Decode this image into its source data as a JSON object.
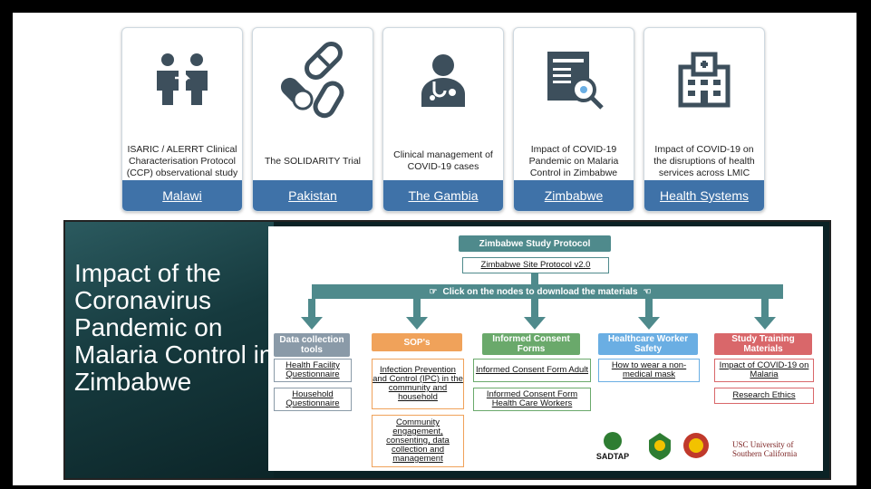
{
  "cards": [
    {
      "icon": "person-transfer-icon",
      "desc": "ISARIC / ALERRT Clinical Characterisation Protocol (CCP) observational study",
      "tab": "Malawi"
    },
    {
      "icon": "pills-icon",
      "desc": "The SOLIDARITY Trial",
      "tab": "Pakistan"
    },
    {
      "icon": "doctor-icon",
      "desc": "Clinical management of COVID-19 cases",
      "tab": "The Gambia"
    },
    {
      "icon": "document-search-icon",
      "desc": "Impact of COVID-19 Pandemic on Malaria Control in Zimbabwe",
      "tab": "Zimbabwe"
    },
    {
      "icon": "hospital-icon",
      "desc": "Impact of COVID-19 on the disruptions of health services across LMIC",
      "tab": "Health Systems"
    }
  ],
  "panel": {
    "title": "Impact of the Coronavirus Pandemic on Malaria Control in Zimbabwe"
  },
  "protocol": {
    "heading": "Zimbabwe Study Protocol",
    "site_protocol": "Zimbabwe Site Protocol v2.0",
    "instruction": "Click on the nodes to download the materials",
    "columns": [
      {
        "header": "Data collection tools",
        "color": "#8a9aa8",
        "items": [
          "Health Facility Questionnaire",
          "Household Questionnaire"
        ]
      },
      {
        "header": "SOP's",
        "color": "#f0a25a",
        "items": [
          "Infection Prevention and Control (IPC) in the community and household",
          "Community engagement, consenting, data collection and management"
        ]
      },
      {
        "header": "Informed Consent Forms",
        "color": "#6aa96b",
        "items": [
          "Informed Consent Form Adult",
          "Informed Consent Form Health Care Workers"
        ]
      },
      {
        "header": "Healthcare Worker Safety",
        "color": "#6aaee3",
        "items": [
          "How to wear a non-medical mask"
        ]
      },
      {
        "header": "Study Training Materials",
        "color": "#d9676a",
        "items": [
          "Impact of COVID-19 on Malaria",
          "Research Ethics"
        ]
      }
    ],
    "logos": {
      "sadtap": "SADTAP",
      "usc": "USC University of Southern California"
    }
  }
}
